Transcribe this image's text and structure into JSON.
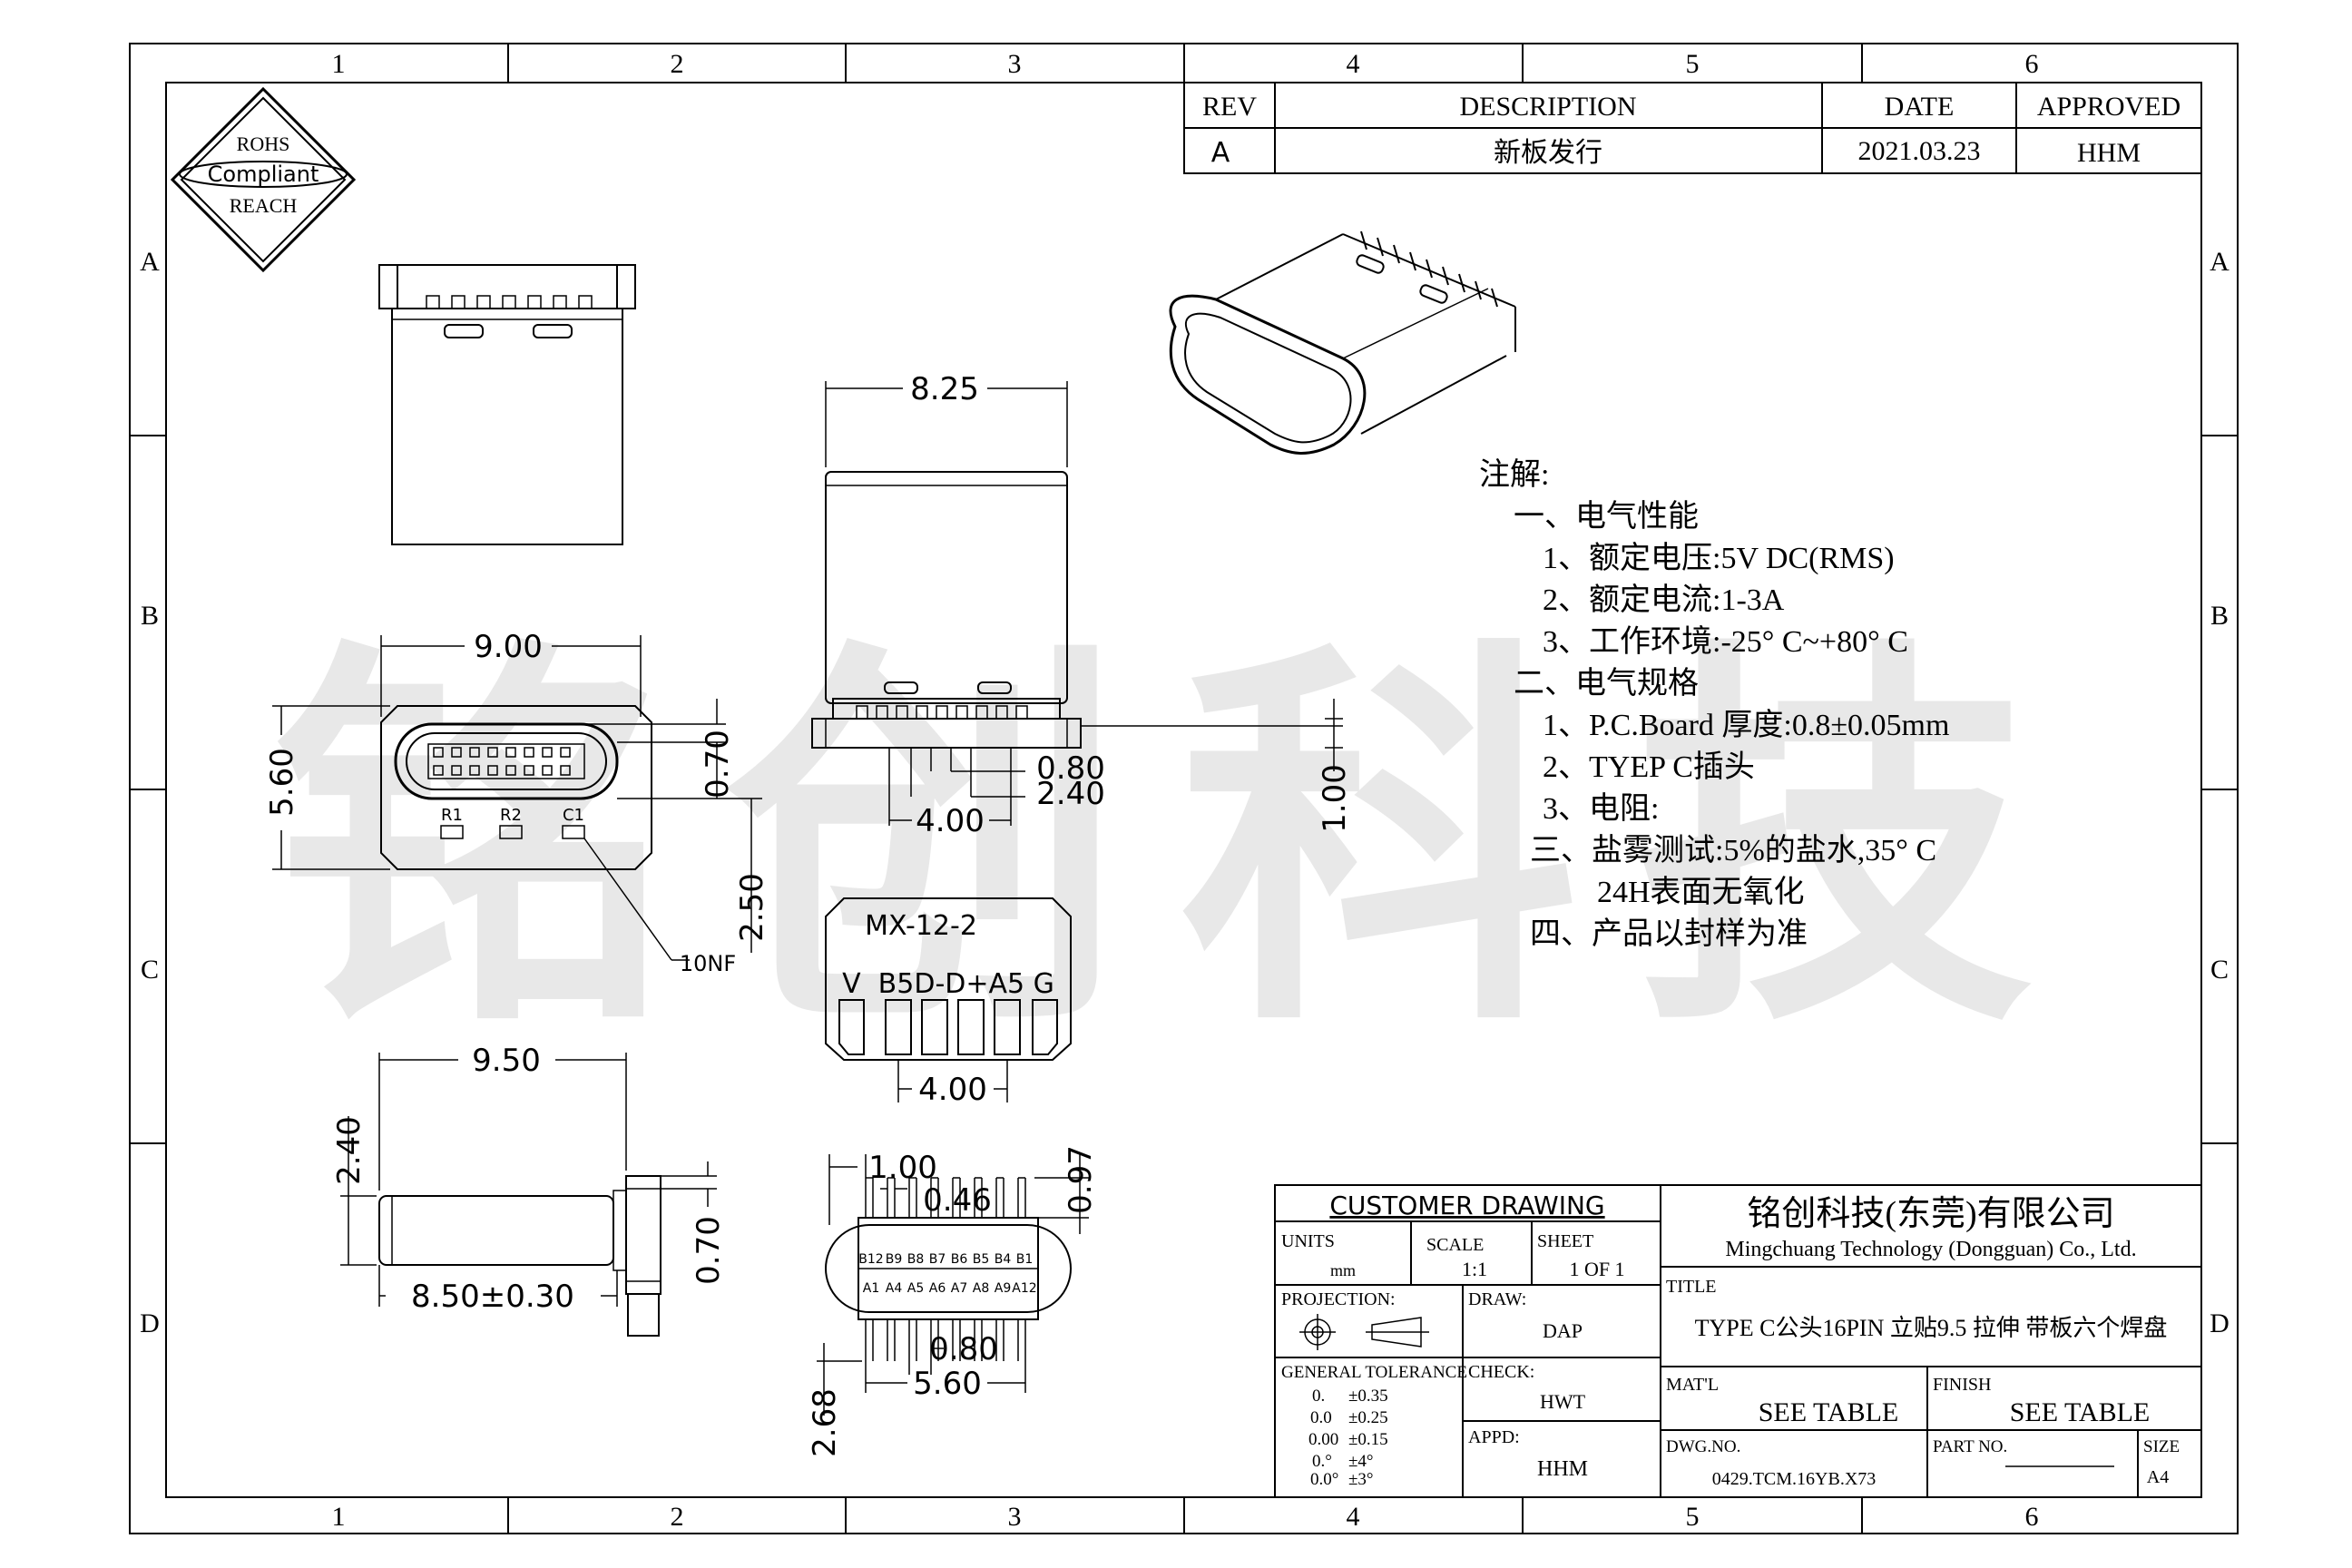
{
  "zones": {
    "cols": [
      "1",
      "2",
      "3",
      "4",
      "5",
      "6"
    ],
    "rows": [
      "A",
      "B",
      "C",
      "D"
    ]
  },
  "watermark": "铭创科技",
  "rohs": {
    "line1": "ROHS",
    "line2": "Compliant",
    "line3": "REACH"
  },
  "revision": {
    "headers": {
      "rev": "REV",
      "description": "DESCRIPTION",
      "date": "DATE",
      "approved": "APPROVED"
    },
    "row": {
      "rev": "A",
      "description": "新板发行",
      "date": "2021.03.23",
      "approved": "HHM"
    }
  },
  "notes": {
    "title": "注解:",
    "lines": [
      "一、电气性能",
      "1、额定电压:5V DC(RMS)",
      "2、额定电流:1-3A",
      "3、工作环境:-25° C~+80° C",
      "二、电气规格",
      "1、P.C.Board 厚度:0.8±0.05mm",
      "2、TYEP C插头",
      "3、电阻:",
      "三、盐雾测试:5%的盐水,35° C",
      "24H表面无氧化",
      "四、产品以封样为准"
    ]
  },
  "dimensions": {
    "d825": "8.25",
    "d900": "9.00",
    "d560a": "5.60",
    "d070a": "0.70",
    "d250": "2.50",
    "d080a": "0.80",
    "d240a": "2.40",
    "d400a": "4.00",
    "d100a": "1.00",
    "d950": "9.50",
    "d240b": "2.40",
    "d070b": "0.70",
    "d850": "8.50±0.30",
    "d400b": "4.00",
    "d100b": "1.00",
    "d046": "0.46",
    "d097": "0.97",
    "d080b": "0.80",
    "d560b": "5.60",
    "d268": "2.68"
  },
  "labels": {
    "r1": "R1",
    "r2": "R2",
    "c1": "C1",
    "cap": "10NF",
    "pcb_name": "MX-12-2",
    "pcb_pads": "V  B5D-D+A5 G",
    "pins_top": [
      "B12",
      "B9",
      "B8",
      "B7",
      "B6",
      "B5",
      "B4",
      "B1"
    ],
    "pins_bottom": [
      "A1",
      "A4",
      "A5",
      "A6",
      "A7",
      "A8",
      "A9",
      "A12"
    ]
  },
  "title_block": {
    "customer_drawing": "CUSTOMER DRAWING",
    "units_label": "UNITS",
    "units_value": "mm",
    "scale_label": "SCALE",
    "scale_value": "1:1",
    "sheet_label": "SHEET",
    "sheet_value": "1 OF 1",
    "projection_label": "PROJECTION:",
    "tolerance_title": "GENERAL TOLERANCE",
    "tolerances": [
      {
        "k": "0.",
        "v": "±0.35"
      },
      {
        "k": "0.0",
        "v": "±0.25"
      },
      {
        "k": "0.00",
        "v": "±0.15"
      },
      {
        "k": "0.°",
        "v": "±4°"
      },
      {
        "k": "0.0°",
        "v": "±3°"
      }
    ],
    "draw_label": "DRAW:",
    "draw_value": "DAP",
    "check_label": "CHECK:",
    "check_value": "HWT",
    "appd_label": "APPD:",
    "appd_value": "HHM",
    "company_cn": "铭创科技(东莞)有限公司",
    "company_en": "Mingchuang Technology (Dongguan) Co., Ltd.",
    "title_label": "TITLE",
    "title_value": "TYPE C公头16PIN 立贴9.5 拉伸 带板六个焊盘",
    "matl_label": "MAT'L",
    "matl_value": "SEE TABLE",
    "finish_label": "FINISH",
    "finish_value": "SEE TABLE",
    "dwgno_label": "DWG.NO.",
    "dwgno_value": "0429.TCM.16YB.X73",
    "partno_label": "PART NO.",
    "size_label": "SIZE",
    "size_value": "A4"
  }
}
